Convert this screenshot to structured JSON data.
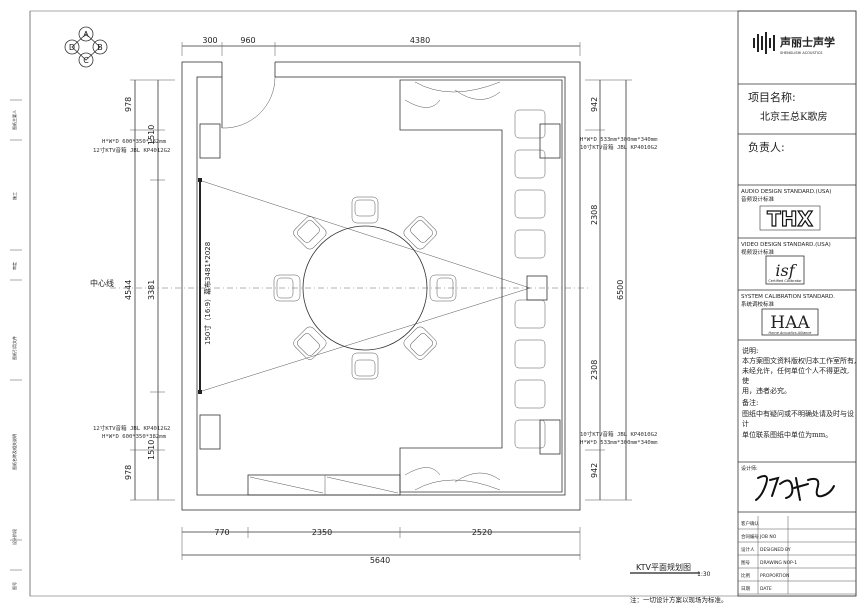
{
  "compass": {
    "a": "A",
    "b": "B",
    "c": "C",
    "d": "D"
  },
  "dims_top": [
    "300",
    "960",
    "4380"
  ],
  "dims_bottom": [
    "770",
    "2350",
    "2520"
  ],
  "dim_total_bottom": "5640",
  "dims_left": [
    "978",
    "1510",
    "4544",
    "3381",
    "1510",
    "978"
  ],
  "dims_right": [
    "942",
    "2308",
    "6500",
    "2308",
    "942"
  ],
  "center_line": "中心线",
  "screen_label": "150寸（16:9）幕布3481*2028",
  "speakers": {
    "left_top": {
      "size": "H*W*D 600*350*382mm",
      "model": "12寸KTV音箱 JBL KP4012G2"
    },
    "left_bottom": {
      "model": "12寸KTV音箱 JBL KP4012G2",
      "size": "H*W*D 600*350*382mm"
    },
    "right_top": {
      "size": "H*W*D 533mm*300mm*340mm",
      "model": "10寸KTV音箱 JBL KP4010G2"
    },
    "right_bottom": {
      "model": "10寸KTV音箱 JBL KP4010G2",
      "size": "H*W*D 533mm*300mm*340mm"
    }
  },
  "drawing_title": "KTV平面规划图",
  "scale": "1:30",
  "footnote": "注：一切设计方案以现场为标准。",
  "left_margin_labels": [
    "图纸主要人",
    "施工",
    "审定",
    "图纸引用文件",
    "图纸名称及相关说明",
    "设计阶段",
    "图号"
  ],
  "panel": {
    "logo_text": "声丽士声学",
    "logo_sub": "SHENGLISHI ACOUSTICS",
    "project_label": "项目名称:",
    "project_name": "北京王总K歌房",
    "owner_label": "负责人:",
    "audio_std": "AUDIO DESIGN STANDARD.(USA)",
    "audio_std_cn": "音频设计标准",
    "thx": "THX",
    "video_std": "VIDEO DESIGN STANDARD.(USA)",
    "video_std_cn": "视频设计标准",
    "isf": "isf",
    "isf_sub": "Certified Calibrator",
    "sys_std": "SYSTEM CALIBRATION STANDARD.",
    "sys_std_cn": "系统调校标准",
    "haa": "HAA",
    "haa_sub": "Home Acoustics Alliance",
    "notes": [
      "说明:",
      "本方案图文资料版权归本工作室所有,",
      "未经允许，任何单位个人不得更改,",
      "使",
      "用，违者必究。",
      "备注:",
      "图纸中有疑问或不明确处请及时与设",
      "计",
      "单位联系图纸中单位为mm。"
    ],
    "sign_label": "设计师:",
    "rows": [
      {
        "a": "客户确认",
        "b": "",
        "c": ""
      },
      {
        "a": "合同编号",
        "b": "JOB NO",
        "c": ""
      },
      {
        "a": "设计人",
        "b": "DESIGNED BY",
        "c": ""
      },
      {
        "a": "图号",
        "b": "DRAWING NO",
        "c": "P-1"
      },
      {
        "a": "比例",
        "b": "PROPORTION",
        "c": ""
      },
      {
        "a": "日期",
        "b": "DATE",
        "c": ""
      }
    ]
  }
}
